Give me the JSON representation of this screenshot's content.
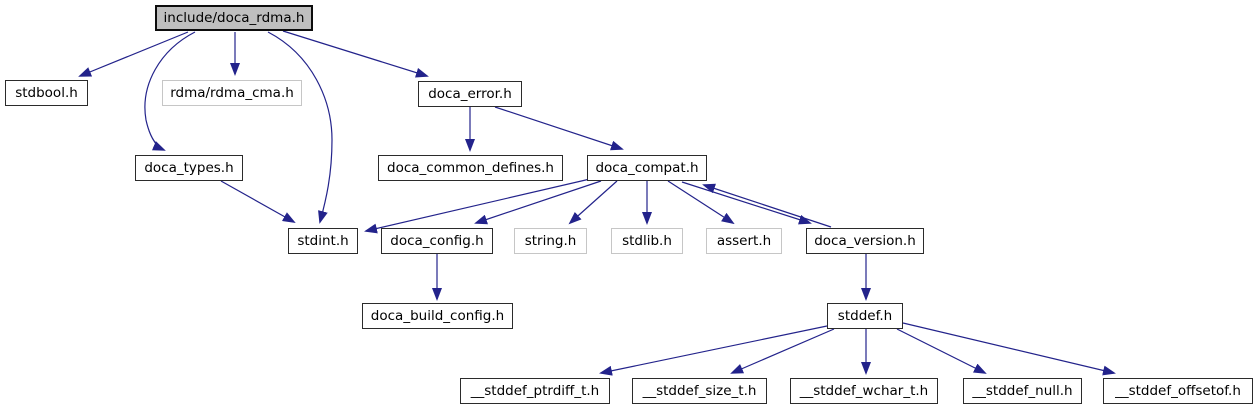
{
  "diagram": {
    "type": "include-dependency-graph",
    "root_file": "include/doca_rdma.h"
  },
  "colors": {
    "edge": "#23238b",
    "node_border": "#2b2b2b",
    "external_node_border": "#c6c6c6",
    "root_fill": "#bfbfbf",
    "node_fill": "#ffffff",
    "background": "#ffffff",
    "text": "#000000"
  },
  "nodes": [
    {
      "id": "doca_rdma",
      "label": "include/doca_rdma.h",
      "kind": "root",
      "linked": false
    },
    {
      "id": "stdbool",
      "label": "stdbool.h",
      "kind": "linked",
      "linked": true
    },
    {
      "id": "rdma_cma",
      "label": "rdma/rdma_cma.h",
      "kind": "external",
      "linked": false
    },
    {
      "id": "doca_error",
      "label": "doca_error.h",
      "kind": "linked",
      "linked": true
    },
    {
      "id": "doca_types",
      "label": "doca_types.h",
      "kind": "linked",
      "linked": true
    },
    {
      "id": "doca_common_defines",
      "label": "doca_common_defines.h",
      "kind": "linked",
      "linked": true
    },
    {
      "id": "doca_compat",
      "label": "doca_compat.h",
      "kind": "linked",
      "linked": true
    },
    {
      "id": "stdint",
      "label": "stdint.h",
      "kind": "linked",
      "linked": true
    },
    {
      "id": "doca_config",
      "label": "doca_config.h",
      "kind": "linked",
      "linked": true
    },
    {
      "id": "string",
      "label": "string.h",
      "kind": "external",
      "linked": false
    },
    {
      "id": "stdlib",
      "label": "stdlib.h",
      "kind": "external",
      "linked": false
    },
    {
      "id": "assert",
      "label": "assert.h",
      "kind": "external",
      "linked": false
    },
    {
      "id": "doca_version",
      "label": "doca_version.h",
      "kind": "linked",
      "linked": true
    },
    {
      "id": "doca_build_config",
      "label": "doca_build_config.h",
      "kind": "linked",
      "linked": true
    },
    {
      "id": "stddef",
      "label": "stddef.h",
      "kind": "linked",
      "linked": true
    },
    {
      "id": "stddef_ptrdiff",
      "label": "__stddef_ptrdiff_t.h",
      "kind": "linked",
      "linked": true
    },
    {
      "id": "stddef_size",
      "label": "__stddef_size_t.h",
      "kind": "linked",
      "linked": true
    },
    {
      "id": "stddef_wchar",
      "label": "__stddef_wchar_t.h",
      "kind": "linked",
      "linked": true
    },
    {
      "id": "stddef_null",
      "label": "__stddef_null.h",
      "kind": "linked",
      "linked": true
    },
    {
      "id": "stddef_offsetof",
      "label": "__stddef_offsetof.h",
      "kind": "linked",
      "linked": true
    }
  ],
  "edges": [
    {
      "from": "doca_rdma",
      "to": "stdbool"
    },
    {
      "from": "doca_rdma",
      "to": "rdma_cma"
    },
    {
      "from": "doca_rdma",
      "to": "doca_types"
    },
    {
      "from": "doca_rdma",
      "to": "stdint"
    },
    {
      "from": "doca_rdma",
      "to": "doca_error"
    },
    {
      "from": "doca_error",
      "to": "doca_common_defines"
    },
    {
      "from": "doca_error",
      "to": "doca_compat"
    },
    {
      "from": "doca_types",
      "to": "stdint"
    },
    {
      "from": "doca_compat",
      "to": "stdint"
    },
    {
      "from": "doca_compat",
      "to": "doca_config"
    },
    {
      "from": "doca_compat",
      "to": "string"
    },
    {
      "from": "doca_compat",
      "to": "stdlib"
    },
    {
      "from": "doca_compat",
      "to": "assert"
    },
    {
      "from": "doca_compat",
      "to": "doca_version"
    },
    {
      "from": "doca_version",
      "to": "doca_compat"
    },
    {
      "from": "doca_version",
      "to": "stddef"
    },
    {
      "from": "doca_config",
      "to": "doca_build_config"
    },
    {
      "from": "stddef",
      "to": "stddef_ptrdiff"
    },
    {
      "from": "stddef",
      "to": "stddef_size"
    },
    {
      "from": "stddef",
      "to": "stddef_wchar"
    },
    {
      "from": "stddef",
      "to": "stddef_null"
    },
    {
      "from": "stddef",
      "to": "stddef_offsetof"
    }
  ]
}
